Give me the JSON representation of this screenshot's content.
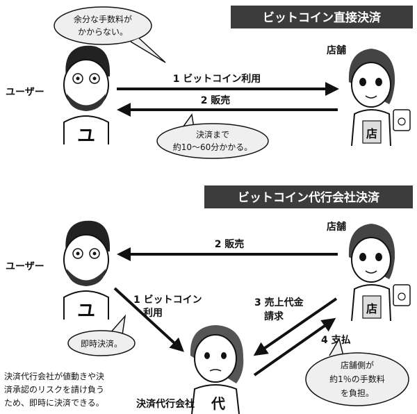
{
  "top": {
    "title": "ビットコイン直接決済",
    "user_label": "ユーザー",
    "store_label": "店舗",
    "bubble_user": [
      "余分な手数料が",
      "かからない。"
    ],
    "arrow_1": "1 ビットコイン利用",
    "arrow_2": "2 販売",
    "bubble_time": [
      "決済まで",
      "約10～60分かかる。"
    ]
  },
  "bottom": {
    "title": "ビットコイン代行会社決済",
    "user_label": "ユーザー",
    "store_label": "店舗",
    "arrow_sale": "2 販売",
    "arrow_1": [
      "1 ビットコイン",
      "利用"
    ],
    "arrow_3": [
      "3 売上代金",
      "請求"
    ],
    "arrow_4": "4 支払",
    "bubble_instant": "即時決済。",
    "bubble_fee": [
      "店舗側が",
      "約1％の手数料",
      "を負担。"
    ],
    "agent_label": "決済代行会社",
    "note": [
      "決済代行会社が値動きや決",
      "済承認のリスクを請け負う",
      "ため、即時に決済できる。"
    ]
  },
  "icons": {
    "user_shirt_char": "ユ",
    "store_apron_char": "店",
    "agent_shirt_char": "代"
  },
  "colors": {
    "banner_bg": "#3c3c3c",
    "bubble_bg": "#efefef",
    "stroke": "#111111"
  }
}
